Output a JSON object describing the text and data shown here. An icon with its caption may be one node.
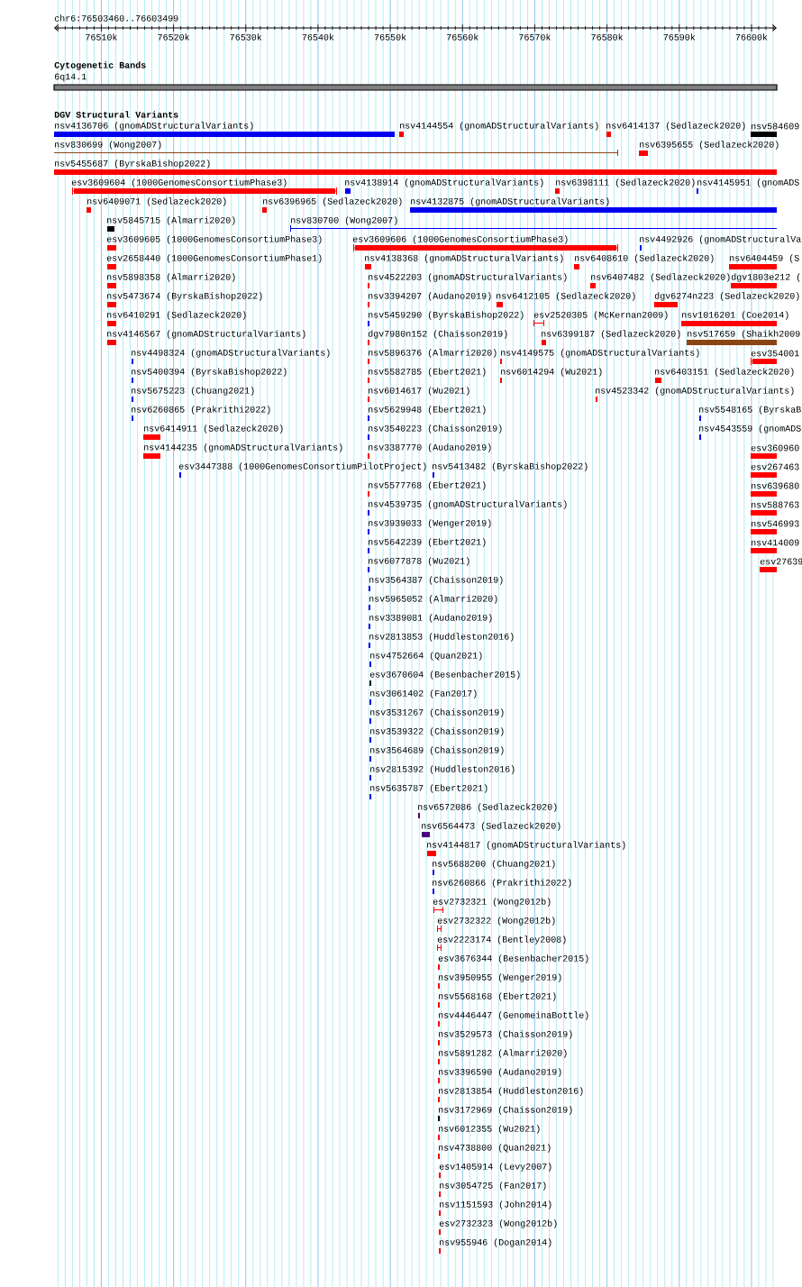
{
  "diagram": {
    "labels": [
      "chr6:76503460..76603499",
      "76510k",
      "76520k",
      "76530k",
      "76540k",
      "76550k",
      "76560k",
      "76570k",
      "76580k",
      "76590k",
      "76600k",
      "Cytogenetic Bands",
      "6q14.1",
      "DGV Structural Variants",
      "nsv4136706 (gnomADStructuralVariants)",
      "nsv4144554 (gnomADStructuralVariants)",
      "nsv6414137 (Sedlazeck2020)",
      "nsv584609",
      "nsv830699 (Wong2007)",
      "nsv6395655 (Sedlazeck2020)",
      "nsv5455687 (ByrskaBishop2022)",
      "esv3609604 (1000GenomesConsortiumPhase3)",
      "nsv4138914 (gnomADStructuralVariants)",
      "nsv6398111 (Sedlazeck2020)",
      "nsv4145951 (gnomADS",
      "nsv6409071 (Sedlazeck2020)",
      "nsv6396965 (Sedlazeck2020)",
      "nsv4132875 (gnomADStructuralVariants)",
      "nsv5845715 (Almarri2020)",
      "nsv830700 (Wong2007)",
      "esv3609605 (1000GenomesConsortiumPhase3)",
      "esv3609606 (1000GenomesConsortiumPhase3)",
      "nsv4492926 (gnomADStructuralVa",
      "esv2658440 (1000GenomesConsortiumPhase1)",
      "nsv4138368 (gnomADStructuralVariants)",
      "nsv6408610 (Sedlazeck2020)",
      "nsv6404459 (S",
      "nsv5898358 (Almarri2020)",
      "nsv4522203 (gnomADStructuralVariants)",
      "nsv6407482 (Sedlazeck2020)",
      "dgv1803e212 (",
      "nsv5473674 (ByrskaBishop2022)",
      "nsv3394207 (Audano2019)",
      "nsv6412105 (Sedlazeck2020)",
      "dgv6274n223 (Sedlazeck2020)",
      "nsv6410291 (Sedlazeck2020)",
      "nsv5459290 (ByrskaBishop2022)",
      "esv2520305 (McKernan2009)",
      "nsv1016201 (Coe2014)",
      "nsv4146567 (gnomADStructuralVariants)",
      "dgv7980n152 (Chaisson2019)",
      "nsv6399187 (Sedlazeck2020)",
      "nsv517659 (Shaikh2009",
      "nsv4498324 (gnomADStructuralVariants)",
      "nsv5896376 (Almarri2020)",
      "nsv4149575 (gnomADStructuralVariants)",
      "esv354001",
      "nsv5400394 (ByrskaBishop2022)",
      "nsv5582785 (Ebert2021)",
      "nsv6014294 (Wu2021)",
      "nsv6403151 (Sedlazeck2020)",
      "nsv5675223 (Chuang2021)",
      "nsv6014617 (Wu2021)",
      "nsv4523342 (gnomADStructuralVariants)",
      "nsv6260865 (Prakrithi2022)",
      "nsv5629948 (Ebert2021)",
      "nsv5548165 (ByrskaB",
      "nsv6414911 (Sedlazeck2020)",
      "nsv3540223 (Chaisson2019)",
      "nsv4543559 (gnomADS",
      "nsv4144235 (gnomADStructuralVariants)",
      "nsv3387770 (Audano2019)",
      "esv360960",
      "esv3447388 (1000GenomesConsortiumPilotProject)",
      "nsv5413482 (ByrskaBishop2022)",
      "esv267463",
      "nsv5577768 (Ebert2021)",
      "nsv639680",
      "nsv4539735 (gnomADStructuralVariants)",
      "nsv588763",
      "nsv3939033 (Wenger2019)",
      "nsv546993",
      "nsv5642239 (Ebert2021)",
      "nsv414009",
      "nsv6077878 (Wu2021)",
      "esv27639",
      "nsv3564387 (Chaisson2019)",
      "nsv5965052 (Almarri2020)",
      "nsv3389081 (Audano2019)",
      "nsv2813853 (Huddleston2016)",
      "nsv4752664 (Quan2021)",
      "esv3670604 (Besenbacher2015)",
      "nsv3061402 (Fan2017)",
      "nsv3531267 (Chaisson2019)",
      "nsv3539322 (Chaisson2019)",
      "nsv3564689 (Chaisson2019)",
      "nsv2815392 (Huddleston2016)",
      "nsv5635787 (Ebert2021)",
      "nsv6572086 (Sedlazeck2020)",
      "nsv6564473 (Sedlazeck2020)",
      "nsv4144817 (gnomADStructuralVariants)",
      "nsv5688200 (Chuang2021)",
      "nsv6260866 (Prakrithi2022)",
      "esv2732321 (Wong2012b)",
      "esv2732322 (Wong2012b)",
      "esv2223174 (Bentley2008)",
      "esv3676344 (Besenbacher2015)",
      "nsv3950955 (Wenger2019)",
      "nsv5568168 (Ebert2021)",
      "nsv4446447 (GenomeinaBottle)",
      "nsv3529573 (Chaisson2019)",
      "nsv5891282 (Almarri2020)",
      "nsv3396590 (Audano2019)",
      "nsv2813854 (Huddleston2016)",
      "nsv3172969 (Chaisson2019)",
      "nsv6012355 (Wu2021)",
      "nsv4738800 (Quan2021)",
      "esv1405914 (Levy2007)",
      "nsv3054725 (Fan2017)",
      "nsv1151593 (John2014)",
      "esv2732323 (Wong2012b)",
      "nsv955946 (Dogan2014)"
    ]
  }
}
